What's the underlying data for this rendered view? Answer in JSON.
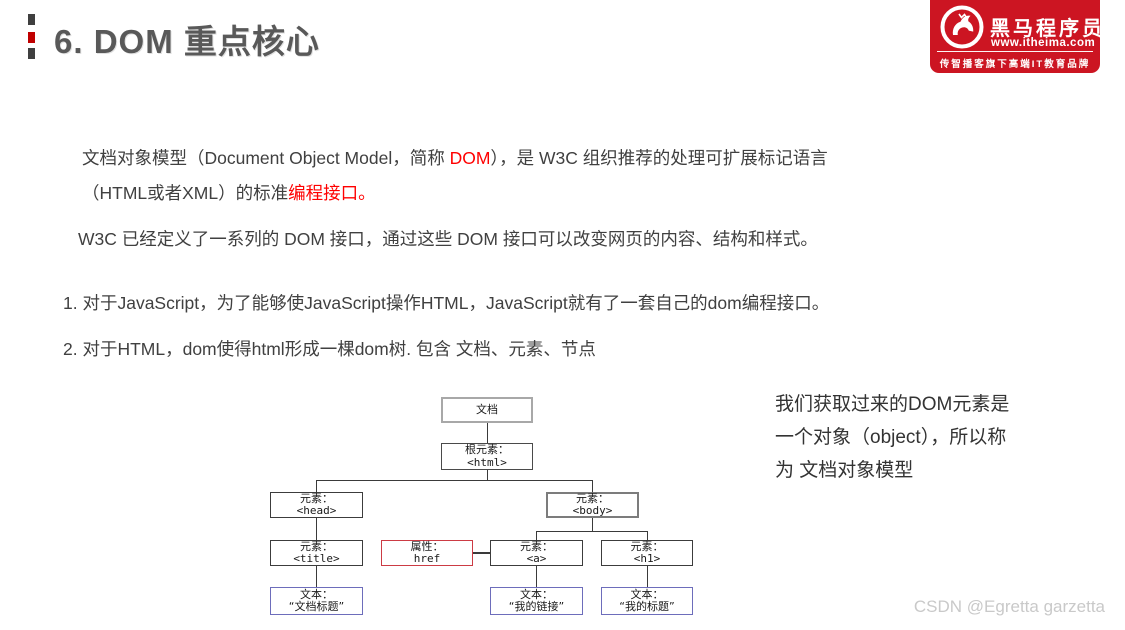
{
  "header": {
    "title": "6. DOM 重点核心"
  },
  "logo": {
    "brand": "黑马程序员",
    "url": "www.itheima.com",
    "tagline": "传智播客旗下高端IT教育品牌"
  },
  "intro": {
    "line1_pre": "文档对象模型（Document Object Model，简称 ",
    "line1_red": "DOM",
    "line1_post": "），是 W3C 组织推荐的处理可扩展标记语言",
    "line2_pre": "（HTML或者XML）的标准",
    "line2_red": "编程接口。"
  },
  "w3c_line": "W3C 已经定义了一系列的 DOM 接口，通过这些 DOM 接口可以改变网页的内容、结构和样式。",
  "list": {
    "item1": "1. 对于JavaScript，为了能够使JavaScript操作HTML，JavaScript就有了一套自己的dom编程接口。",
    "item2": "2. 对于HTML，dom使得html形成一棵dom树. 包含 文档、元素、节点"
  },
  "note": {
    "line1": "我们获取过来的DOM元素是",
    "line2": "一个对象（object），所以称",
    "line3": "为 文档对象模型"
  },
  "diagram": {
    "doc": {
      "l1": "文档"
    },
    "html": {
      "l1": "根元素：",
      "l2": "<html>"
    },
    "head": {
      "l1": "元素：",
      "l2": "<head>"
    },
    "body": {
      "l1": "元素：",
      "l2": "<body>"
    },
    "title": {
      "l1": "元素：",
      "l2": "<title>"
    },
    "href": {
      "l1": "属性：",
      "l2": "href"
    },
    "a": {
      "l1": "元素：",
      "l2": "<a>"
    },
    "h1": {
      "l1": "元素：",
      "l2": "<h1>"
    },
    "text_title": {
      "l1": "文本：",
      "l2": "“文档标题”"
    },
    "text_link": {
      "l1": "文本：",
      "l2": "“我的链接”"
    },
    "text_heading": {
      "l1": "文本：",
      "l2": "“我的标题”"
    }
  },
  "watermark": "CSDN @Egretta garzetta",
  "colors": {
    "accent_red": "#ff0000",
    "title_gray": "#595959",
    "body_text": "#404040",
    "logo_red": "#cc1522",
    "bullet_red": "#c00000",
    "bullet_gray": "#3f3f3f",
    "attr_box_border": "#cc3b44",
    "text_box_border": "#6d6dbb",
    "doc_box_border": "#a8a8a8",
    "watermark_gray": "#c9c9c9"
  }
}
